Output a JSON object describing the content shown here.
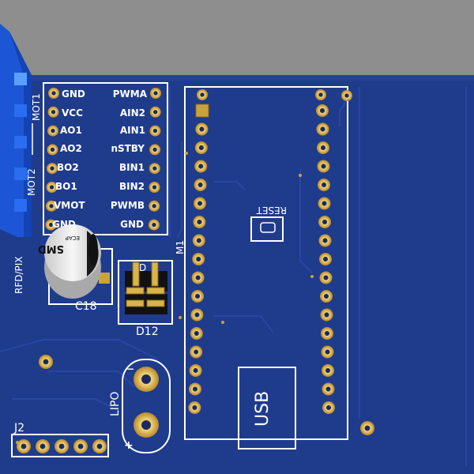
{
  "board": {
    "connector_labels": {
      "mot1": "MOT1",
      "mot2": "MOT2",
      "rfd_pix": "RFD/PIX",
      "m1": "M1",
      "d12": "D12",
      "c18": "C18",
      "lipo": "LIPO",
      "j2": "J2",
      "plus": "+",
      "minus": "−",
      "d_partial": "D"
    },
    "driver_left_pins": [
      "GND",
      "VCC",
      "AO1",
      "AO2",
      "BO2",
      "BO1",
      "VMOT",
      "GND"
    ],
    "driver_right_pins": [
      "PWMA",
      "AIN2",
      "AIN1",
      "nSTBY",
      "BIN1",
      "BIN2",
      "PWMB",
      "GND"
    ],
    "capacitor": {
      "label": "SMD",
      "sublabel": "ECAP"
    },
    "reset_label": "RESET",
    "usb_label": "USB"
  },
  "colors": {
    "board_blue": "#1f3b8c",
    "pad_gold": "#c9a33a",
    "silkscreen": "#ffffff",
    "background": "#8e8e8e",
    "connector_blue": "#1c56d6"
  }
}
